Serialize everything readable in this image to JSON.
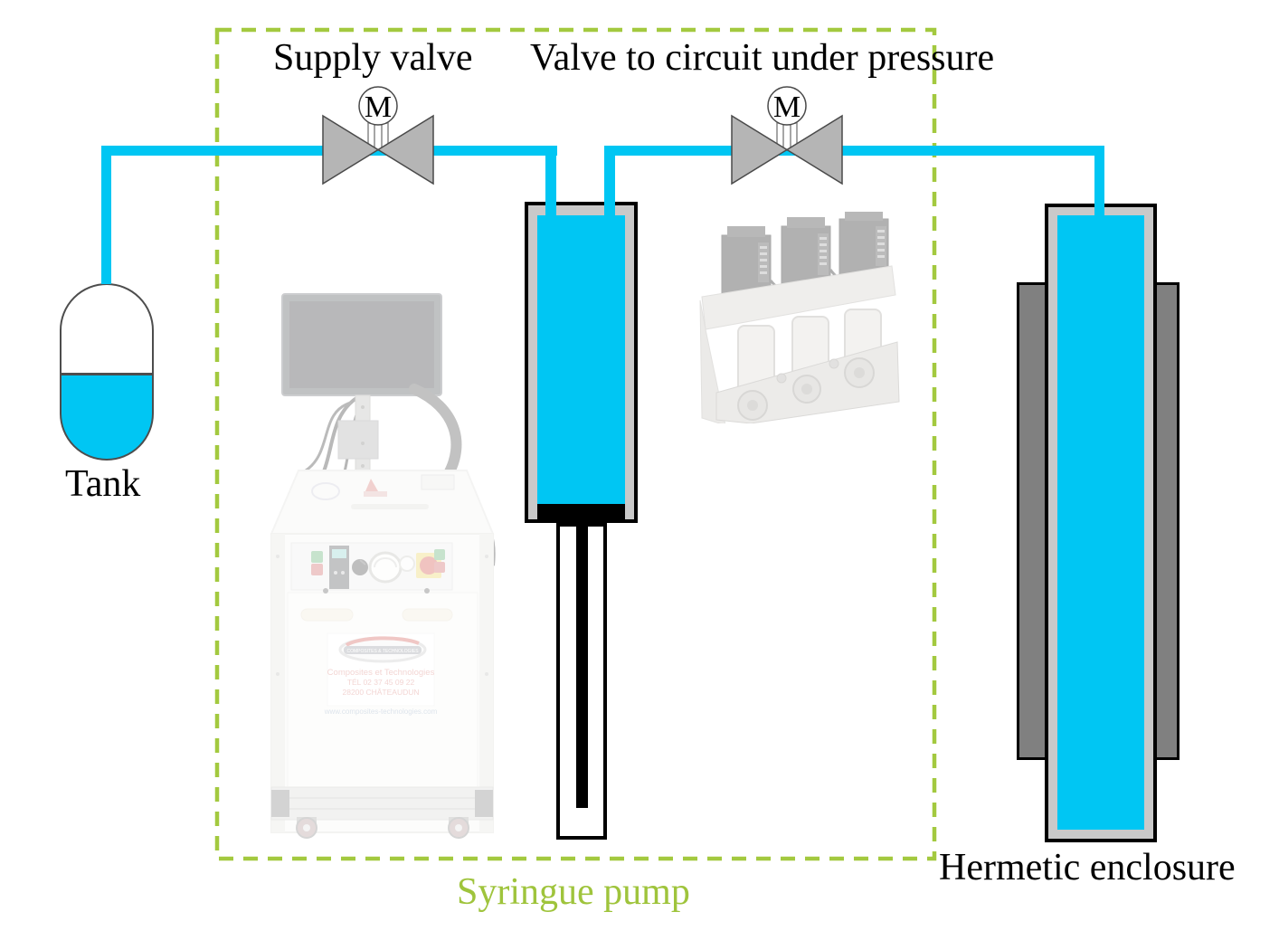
{
  "diagram": {
    "labels": {
      "supply_valve": "Supply valve",
      "valve_to_circuit": "Valve to circuit under pressure",
      "tank": "Tank",
      "syringe_pump": "Syringue pump",
      "hermetic_enclosure": "Hermetic enclosure"
    },
    "valves": {
      "supply_motor_letter": "M",
      "circuit_motor_letter": "M"
    },
    "colors": {
      "fluid_cyan": "#00c6f3",
      "pump_boundary_green": "#a3c93f",
      "pump_label_green": "#9fc43c",
      "valve_body_gray": "#b5b5b5",
      "vessel_wall_gray": "#c9c9c9",
      "enclosure_jacket_gray": "#808080",
      "plunger_black": "#000000"
    },
    "machine_sticker": {
      "logo_text": "COMPOSITES & TECHNOLOGIES",
      "line1": "Composites et Technologies",
      "line2": "TÉL 02 37 45 09 22",
      "line3": "28200 CHÂTEAUDUN",
      "website": "www.composites-technologies.com"
    }
  }
}
